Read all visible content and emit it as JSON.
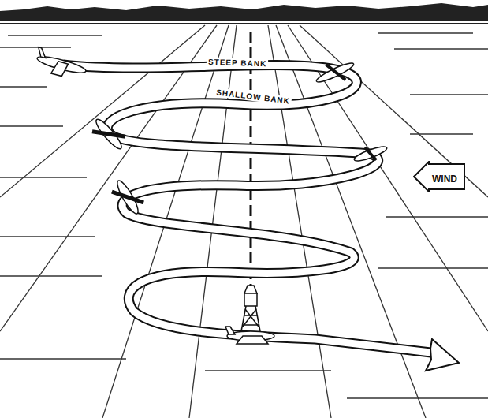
{
  "diagram": {
    "nodes": [
      {
        "text": [
          "WIND"
        ]
      }
    ],
    "labels": [
      "STEEP BANK",
      "SHALLOW BANK"
    ]
  }
}
